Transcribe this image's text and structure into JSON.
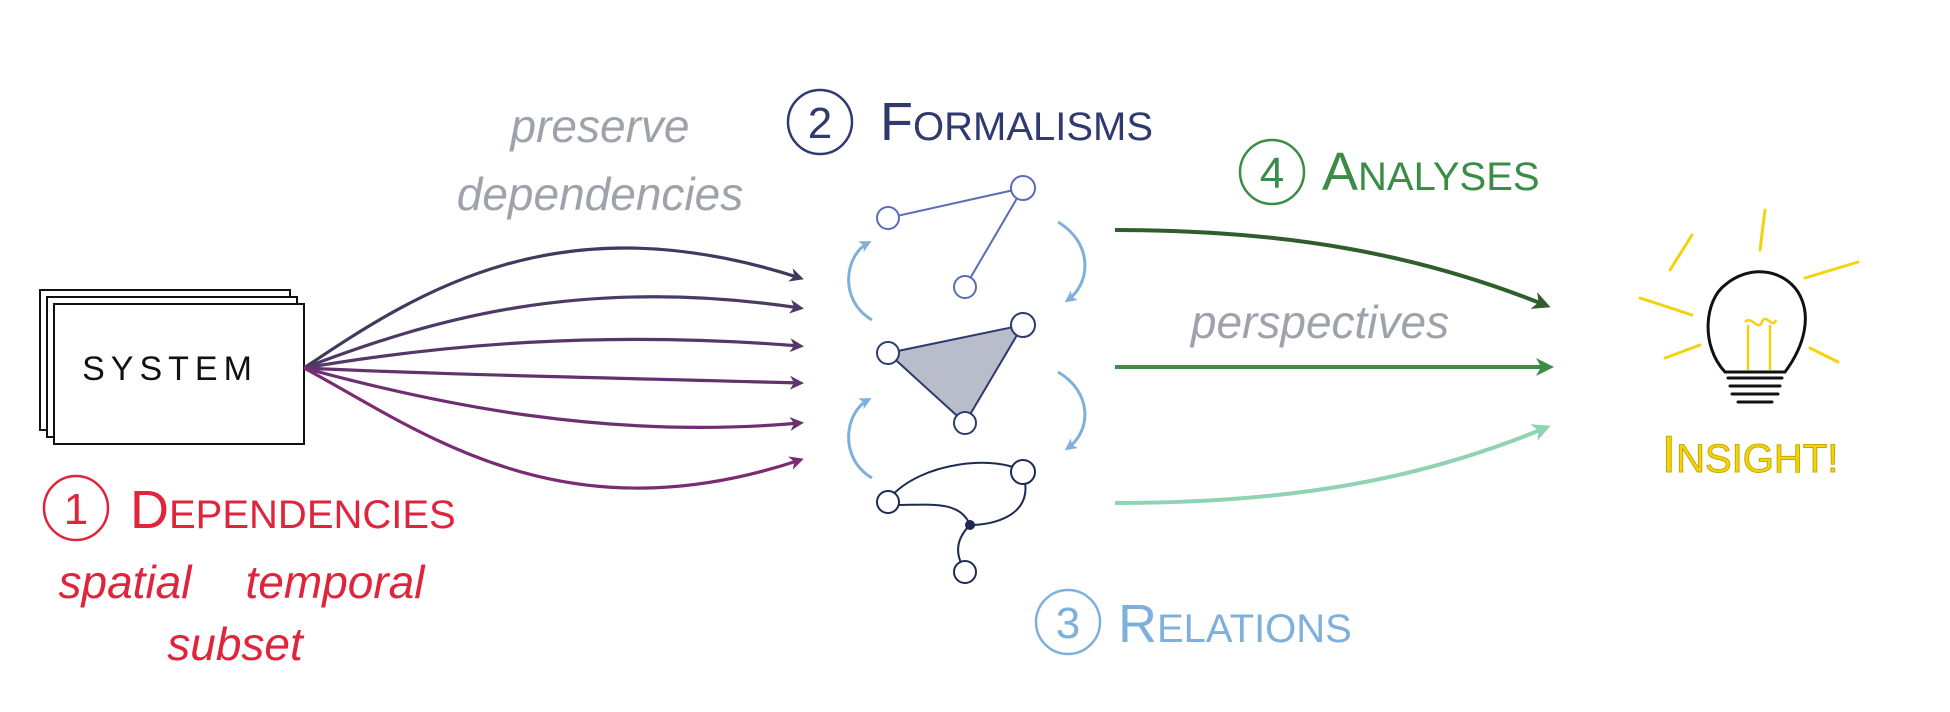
{
  "system": {
    "label": "SYSTEM"
  },
  "dependencies": {
    "number": "1",
    "title_big": "D",
    "title_rest": "EPENDENCIES",
    "items": [
      "spatial",
      "temporal",
      "subset"
    ]
  },
  "arrow_label_top": {
    "line1": "preserve",
    "line2": "dependencies"
  },
  "formalisms": {
    "number": "2",
    "title_big": "F",
    "title_rest": "ORMALISMS"
  },
  "relations": {
    "number": "3",
    "title_big": "R",
    "title_rest": "ELATIONS"
  },
  "analyses": {
    "number": "4",
    "title_big": "A",
    "title_rest": "NALYSES"
  },
  "arrow_label_right": "perspectives",
  "insight": {
    "title_big": "I",
    "title_rest": "NSIGHT!"
  },
  "colors": {
    "dependencies": "#e0243c",
    "formalisms": "#2f3a6e",
    "relations": "#7fb0dc",
    "analyses": "#3a8c46",
    "analyses_dark": "#2f5e2c",
    "analyses_light": "#8fd3b2",
    "insight": "#f2d40c",
    "grey_text": "#9ea3ab",
    "graph_node": "#5a6bb8",
    "triangle_fill": "#b9bccb",
    "bipartite": "#1f2a52"
  },
  "icons": [
    "lightbulb-icon",
    "pairwise-graph-icon",
    "hypergraph-triangle-icon",
    "bipartite-graph-icon"
  ]
}
